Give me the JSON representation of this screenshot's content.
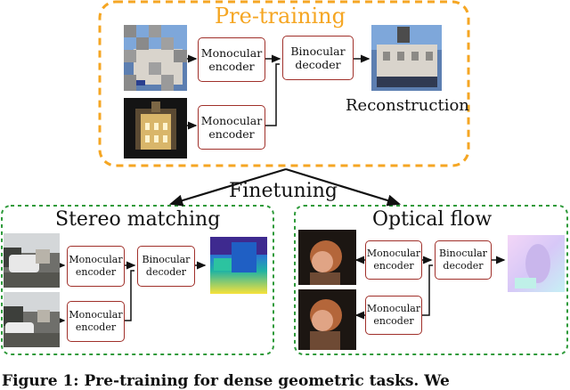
{
  "pretraining": {
    "title": "Pre-training",
    "mono1": [
      "Monocular",
      "encoder"
    ],
    "mono2": [
      "Monocular",
      "encoder"
    ],
    "bino": [
      "Binocular",
      "decoder"
    ],
    "reconstruction": "Reconstruction"
  },
  "finetuning": {
    "label": "Finetuning"
  },
  "stereo": {
    "title": "Stereo matching",
    "mono1": [
      "Monocular",
      "encoder"
    ],
    "mono2": [
      "Monocular",
      "encoder"
    ],
    "bino": [
      "Binocular",
      "decoder"
    ]
  },
  "flow": {
    "title": "Optical flow",
    "mono1": [
      "Monocular",
      "encoder"
    ],
    "mono2": [
      "Monocular",
      "encoder"
    ],
    "bino": [
      "Binocular",
      "decoder"
    ]
  },
  "caption": "Figure 1: Pre-training for dense geometric tasks. We",
  "colors": {
    "orange": "#f5a623",
    "green": "#2e9a3a",
    "box": "#a0302a"
  }
}
